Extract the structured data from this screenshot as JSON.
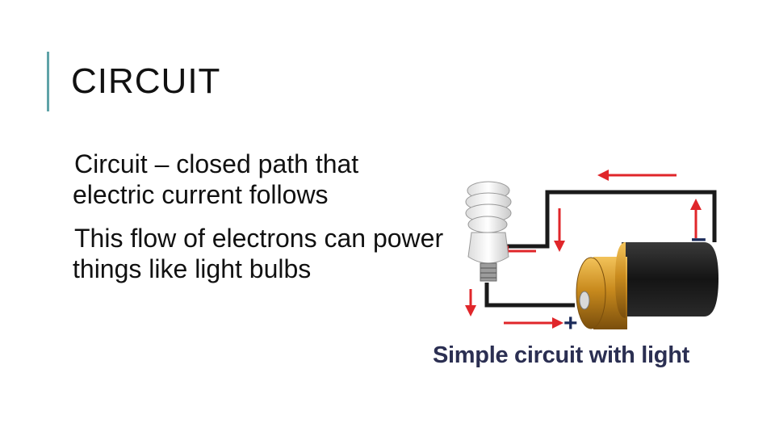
{
  "slide": {
    "title": "CIRCUIT",
    "bullets": [
      "Circuit – closed path that electric current follows",
      "This flow of electrons can power things like light bulbs"
    ]
  },
  "figure": {
    "caption": "Simple circuit with light",
    "minus_sign": "–",
    "plus_sign": "+",
    "colors": {
      "wire": "#1a1a1a",
      "arrow": "#e0262a",
      "battery_gold": "#c98b1e",
      "battery_black": "#141414",
      "caption": "#2b2f52"
    }
  }
}
